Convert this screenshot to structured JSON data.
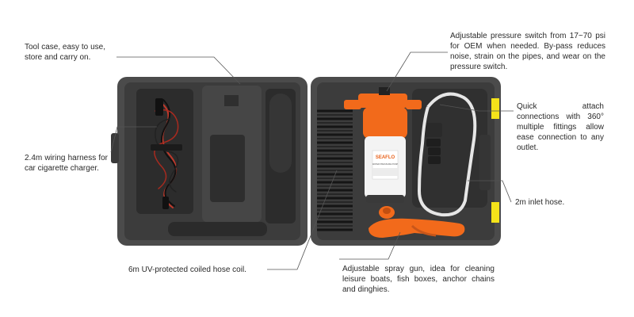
{
  "callouts": {
    "tool_case": "Tool case, easy to use, store and carry on.",
    "wiring_harness": "2.4m wiring harness for car cigarette charger.",
    "coiled_hose": "6m UV-protected coiled hose coil.",
    "pressure_switch": "Adjustable pressure switch from 17~70 psi for OEM when needed. By-pass reduces noise, strain on the pipes, and wear on the pressure switch.",
    "quick_attach": "Quick attach connections with 360° multiple fittings allow ease connection to any outlet.",
    "inlet_hose": "2m inlet hose.",
    "spray_gun": "Adjustable spray gun, idea for cleaning leisure boats, fish boxes, anchor chains and dinghies."
  },
  "pump_label": {
    "brand": "SEAFLO",
    "model": "WATER PRESSURE PUMP"
  },
  "colors": {
    "case": "#4a4a4a",
    "case_inner": "#3b3b3b",
    "pump_orange": "#f26a1b",
    "latch_yellow": "#f5e31a",
    "leader_line": "#555555"
  }
}
